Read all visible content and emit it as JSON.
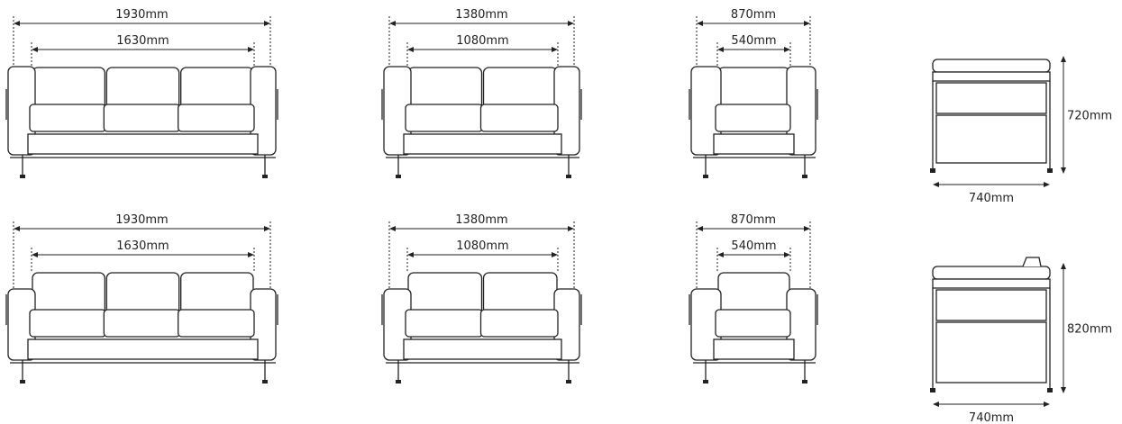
{
  "colors": {
    "line": "#222222",
    "background": "#ffffff"
  },
  "rows": [
    {
      "variant": "standard",
      "front_views": [
        {
          "model": "3-seater",
          "overall_width": "1930mm",
          "seat_width": "1630mm",
          "seats": 3
        },
        {
          "model": "2-seater",
          "overall_width": "1380mm",
          "seat_width": "1080mm",
          "seats": 2
        },
        {
          "model": "1-seater",
          "overall_width": "870mm",
          "seat_width": "540mm",
          "seats": 1
        }
      ],
      "side_view": {
        "height": "720mm",
        "depth": "740mm",
        "headrest": false
      }
    },
    {
      "variant": "high-back",
      "front_views": [
        {
          "model": "3-seater",
          "overall_width": "1930mm",
          "seat_width": "1630mm",
          "seats": 3
        },
        {
          "model": "2-seater",
          "overall_width": "1380mm",
          "seat_width": "1080mm",
          "seats": 2
        },
        {
          "model": "1-seater",
          "overall_width": "870mm",
          "seat_width": "540mm",
          "seats": 1
        }
      ],
      "side_view": {
        "height": "820mm",
        "depth": "740mm",
        "headrest": true
      }
    }
  ]
}
